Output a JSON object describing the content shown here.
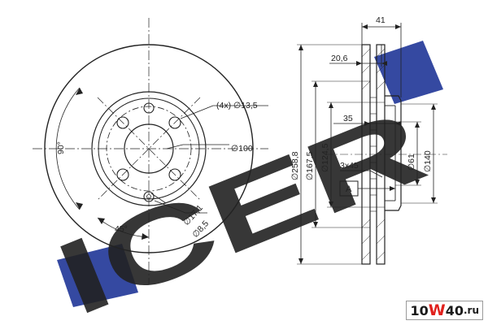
{
  "front_view": {
    "hole_callout": "(4x) ∅13,5",
    "center_bore": "∅100",
    "angle_90": "90°",
    "angle_45": "45°",
    "small_hole_a": "∅17,1",
    "small_hole_b": "∅8,5"
  },
  "side_view": {
    "overall_width": "41",
    "disc_thickness": "20,6",
    "hub_depth": "35",
    "diameter_outer": "∅258,8",
    "diameter_inner": "∅167,5",
    "diameter_hat": "∅124,5",
    "chamfer": "3x45",
    "diameter_61": "∅61",
    "diameter_140": "∅140",
    "datum": "A"
  },
  "watermark": {
    "text": "ICER",
    "color": "#f2c12e",
    "accent_color": "#2a3f9c"
  },
  "badge": {
    "part1": "10",
    "part2": "W",
    "part3": "40",
    "part4": ".ru",
    "accent_color": "#e0211d"
  }
}
